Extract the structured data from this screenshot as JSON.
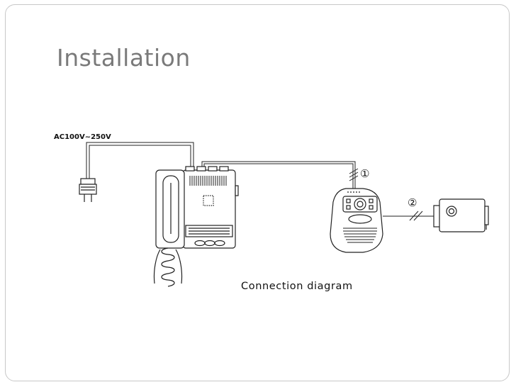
{
  "slide": {
    "title": "Installation"
  },
  "diagram": {
    "power_label": "AC100V~250V",
    "marker_1": "①",
    "marker_2": "②",
    "caption": "Connection diagram"
  },
  "icons": [
    "power-plug-icon",
    "indoor-monitor-icon",
    "outdoor-door-station-icon",
    "cctv-camera-icon"
  ]
}
